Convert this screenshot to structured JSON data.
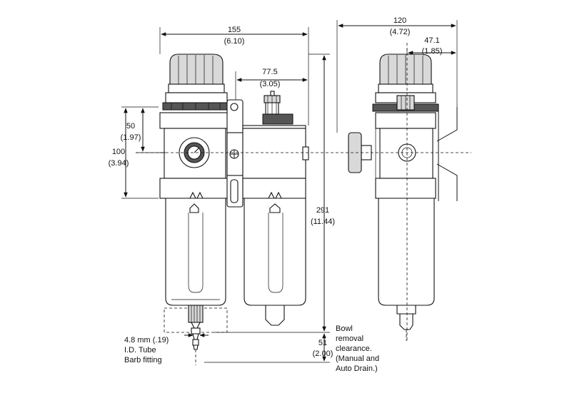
{
  "dimensions": {
    "overall_width": {
      "mm": "155",
      "in": "(6.10)"
    },
    "port_to_edge": {
      "mm": "77.5",
      "in": "(3.05)"
    },
    "side_width": {
      "mm": "120",
      "in": "(4.72)"
    },
    "side_offset": {
      "mm": "47.1",
      "in": "(1.85)"
    },
    "port_height": {
      "mm": "50",
      "in": "(1.97)"
    },
    "body_height": {
      "mm": "100",
      "in": "(3.94)"
    },
    "overall_height": {
      "mm": "291",
      "in": "(11.44)"
    },
    "bowl_removal": {
      "mm": "51",
      "in": "(2.00)"
    }
  },
  "notes": {
    "tube_fitting": [
      "4.8 mm (.19)",
      "I.D. Tube",
      "Barb fitting"
    ],
    "bowl_removal": [
      "Bowl",
      "removal",
      "clearance.",
      "(Manual and",
      "Auto Drain.)"
    ]
  }
}
